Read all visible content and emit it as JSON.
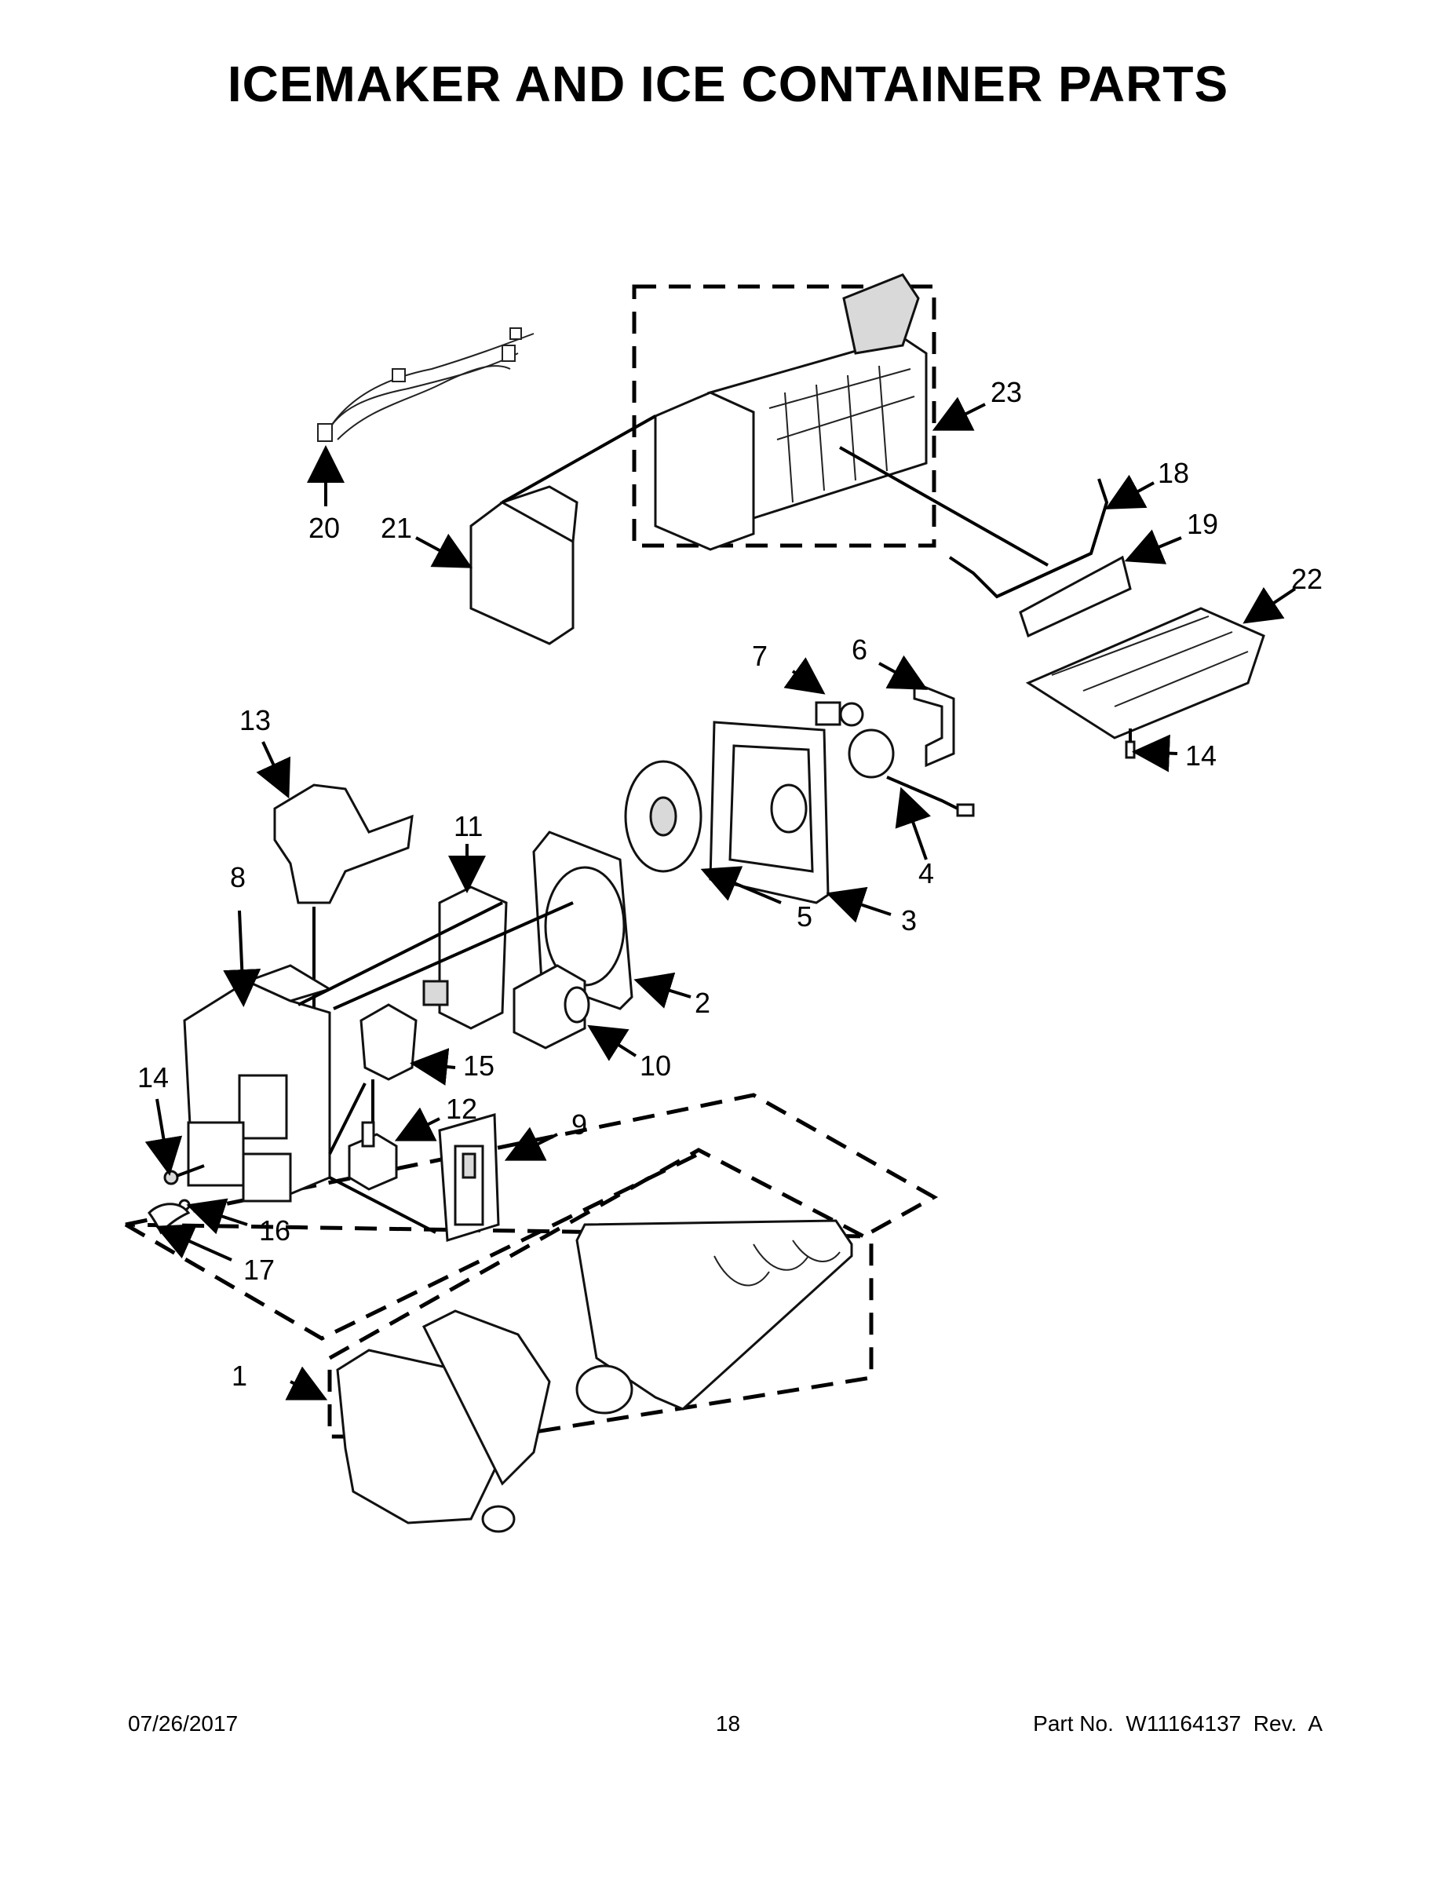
{
  "title": "ICEMAKER AND ICE CONTAINER PARTS",
  "footer": {
    "date": "07/26/2017",
    "page": "18",
    "part": "Part No.  W11164137  Rev.  A"
  },
  "callouts": {
    "c1": "1",
    "c2": "2",
    "c3": "3",
    "c4": "4",
    "c5": "5",
    "c6": "6",
    "c7": "7",
    "c8": "8",
    "c9": "9",
    "c10": "10",
    "c11": "11",
    "c12": "12",
    "c13": "13",
    "c14a": "14",
    "c14b": "14",
    "c15": "15",
    "c16": "16",
    "c17": "17",
    "c18": "18",
    "c19": "19",
    "c20": "20",
    "c21": "21",
    "c22": "22",
    "c23": "23"
  }
}
